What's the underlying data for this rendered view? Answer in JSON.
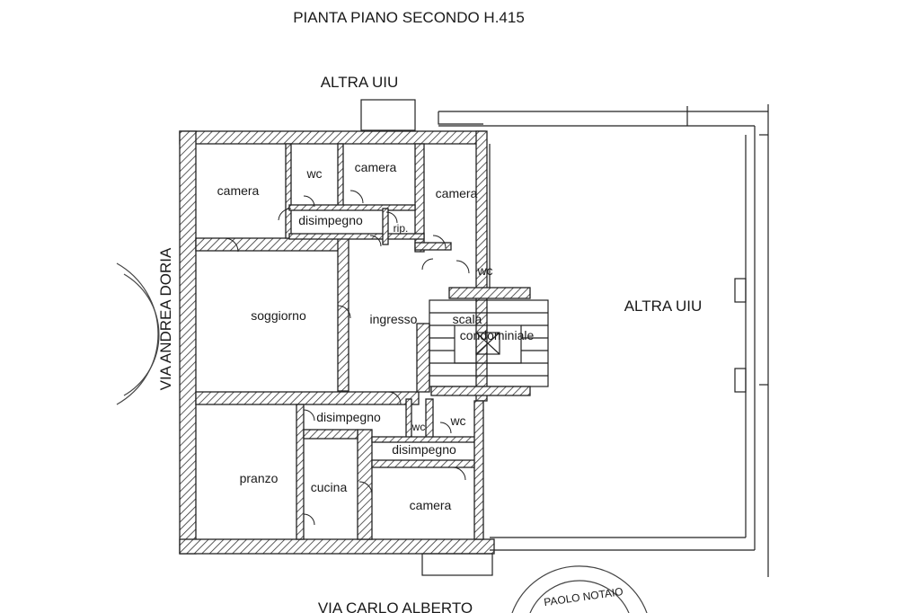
{
  "title": "PIANTA PIANO SECONDO H.415",
  "neighbors": {
    "top": "ALTRA UIU",
    "right": "ALTRA UIU"
  },
  "streets": {
    "left": "VIA ANDREA DORIA",
    "bottom": "VIA CARLO ALBERTO"
  },
  "rooms": {
    "camera_nw": "camera",
    "wc_top": "wc",
    "camera_top": "camera",
    "camera_ne": "camera",
    "disimpegno_top": "disimpegno",
    "rip": "rip.",
    "wc_mid": "wc",
    "soggiorno": "soggiorno",
    "ingresso": "ingresso",
    "scala": "scala",
    "condominiale": "condominiale",
    "disimpegno_mid": "disimpegno",
    "wc_small": "wc",
    "wc_low": "wc",
    "disimpegno_low": "disimpegno",
    "pranzo": "pranzo",
    "cucina": "cucina",
    "camera_s": "camera"
  },
  "stamp": {
    "text": "PAOLO NOTAIO"
  },
  "colors": {
    "ink": "#1a1a1a",
    "paper": "#ffffff"
  }
}
